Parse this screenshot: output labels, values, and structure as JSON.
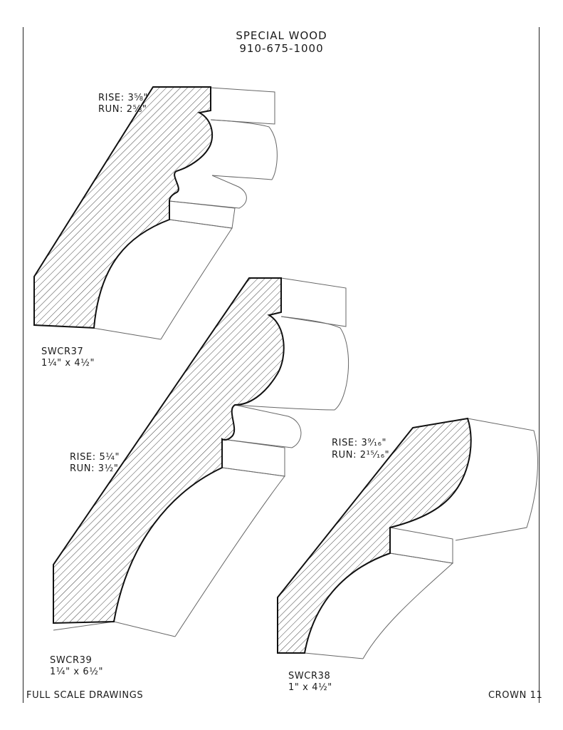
{
  "header": {
    "company": "SPECIAL WOOD",
    "phone": "910-675-1000"
  },
  "profiles": [
    {
      "code": "SWCR37",
      "size": "1¼\" x 4½\"",
      "rise": "RISE: 3⅝\"",
      "run": "RUN: 2⅝\""
    },
    {
      "code": "SWCR39",
      "size": "1¼\" x 6½\"",
      "rise": "RISE: 5¼\"",
      "run": "RUN: 3½\""
    },
    {
      "code": "SWCR38",
      "size": "1\" x 4½\"",
      "rise": "RISE: 3⁹⁄₁₆\"",
      "run": "RUN: 2¹⁵⁄₁₆\""
    }
  ],
  "footer": {
    "left": "FULL SCALE DRAWINGS",
    "right": "CROWN 11"
  },
  "colors": {
    "ink": "#1a1a1a",
    "hatch": "#444444",
    "outline": "#555555"
  }
}
